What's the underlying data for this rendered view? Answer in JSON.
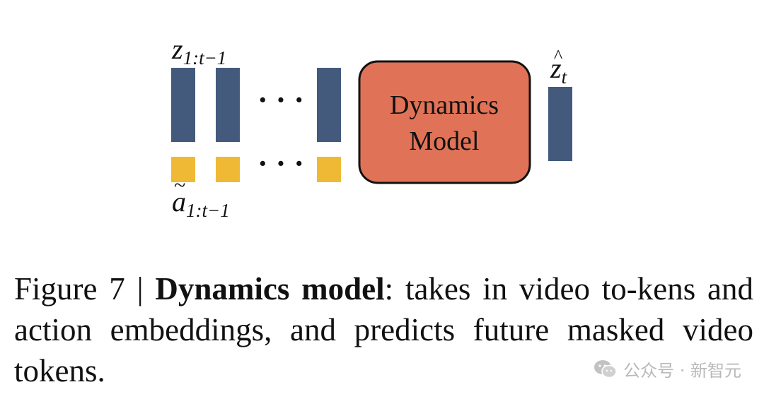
{
  "diagram": {
    "input_label": "z",
    "input_subscript": "1:t−1",
    "action_label": "a",
    "action_subscript": "1:t−1",
    "model_line1": "Dynamics",
    "model_line2": "Model",
    "output_label": "z",
    "output_subscript": "t",
    "ellipsis_top": "· · ·",
    "ellipsis_bottom": "· · ·",
    "colors": {
      "token": "#435a7d",
      "action": "#efb935",
      "model_fill": "#e07357",
      "model_stroke": "#111111"
    }
  },
  "caption": {
    "prefix": "Figure 7 | ",
    "bold": "Dynamics model",
    "rest": ": takes in video to-kens and action embeddings, and predicts future masked video tokens."
  },
  "watermark": {
    "icon": "wechat-icon",
    "text": "公众号 · 新智元"
  }
}
